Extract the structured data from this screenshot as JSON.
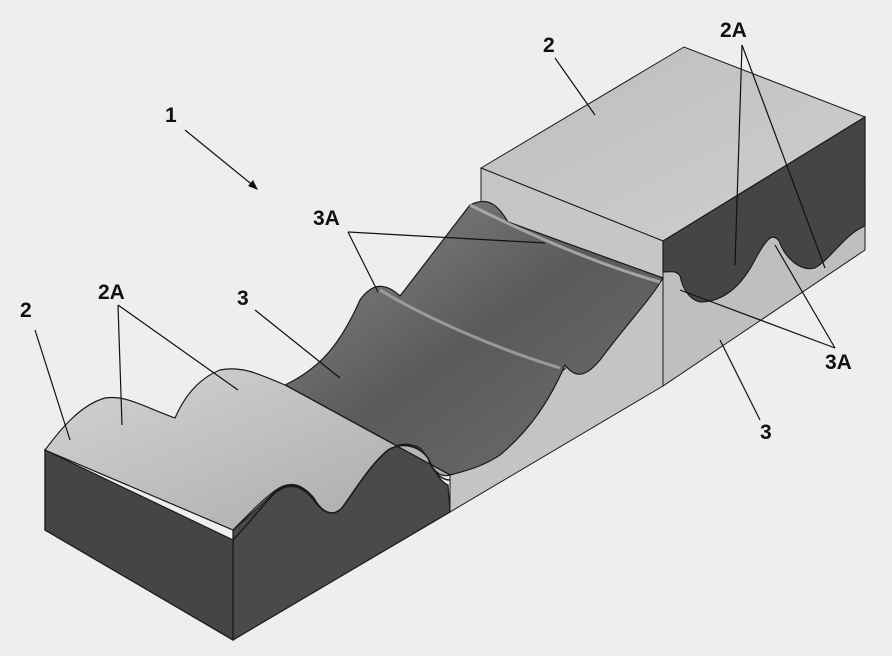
{
  "colors": {
    "background": "#eeeeec",
    "top_light": "#c2c2c0",
    "wave_dark": "#5d5d5d",
    "wave_mid": "#8e8e8e",
    "side_dark": "#4a4a4a",
    "face_light": "#bdbdbb",
    "line": "#1a1a1a"
  },
  "labels": {
    "assembly": "1",
    "base_left": "2",
    "base_right": "2",
    "crest_left": "2A",
    "crest_right": "2A",
    "surface_middle": "3",
    "surface_right": "3",
    "crest_middle": "3A",
    "crest_lower_right": "3A"
  }
}
